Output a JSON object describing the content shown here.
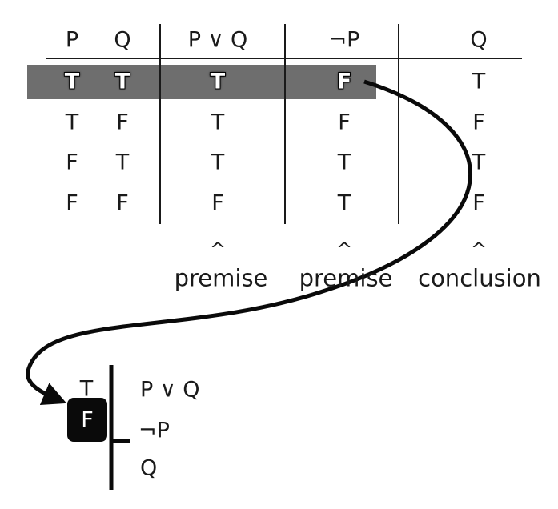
{
  "table": {
    "headers": [
      "P",
      "Q",
      "P ∨ Q",
      "¬P",
      "Q"
    ],
    "rows": [
      [
        "T",
        "T",
        "T",
        "F",
        "T"
      ],
      [
        "T",
        "F",
        "T",
        "F",
        "F"
      ],
      [
        "F",
        "T",
        "T",
        "T",
        "T"
      ],
      [
        "F",
        "F",
        "F",
        "T",
        "F"
      ]
    ],
    "highlighted_row": 0,
    "highlight_color": "#6e6e6e"
  },
  "footer": {
    "caret": "^",
    "labels": [
      "premise",
      "premise",
      "conclusion"
    ]
  },
  "tree": {
    "top_value": "T",
    "boxed_value": "F",
    "formulas": [
      "P ∨ Q",
      "¬P",
      "Q"
    ]
  },
  "colors": {
    "ink": "#1a1a1a",
    "box": "#0a0a0a",
    "background": "#ffffff"
  }
}
